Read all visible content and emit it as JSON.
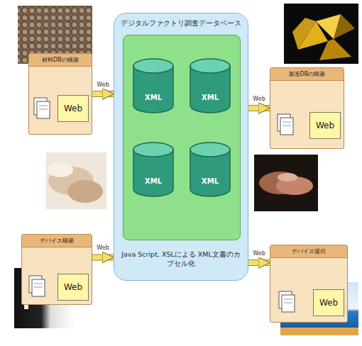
{
  "diagram": {
    "nodes": [
      {
        "text": [
          "材料DBの構築"
        ]
      },
      {
        "text": [
          "Web"
        ],
        "in": 0
      },
      {
        "text": [
          "製造DBの構築"
        ]
      },
      {
        "text": [
          "Web"
        ],
        "in": 2
      },
      {
        "text": [
          "デジタルファクトリ調査データベース",
          "Java Script, XSLによる XML文書のカプセル化"
        ]
      },
      {
        "text": [
          "XML"
        ],
        "in": 4
      },
      {
        "text": [
          "XML"
        ],
        "in": 4
      },
      {
        "text": [
          "XML"
        ],
        "in": 4
      },
      {
        "text": [
          "XML"
        ],
        "in": 4
      },
      {
        "text": [
          "デバイス構築"
        ]
      },
      {
        "text": [
          "Web"
        ],
        "in": 9
      },
      {
        "text": [
          "デバイス提供"
        ]
      },
      {
        "text": [
          "Web"
        ],
        "in": 11
      }
    ],
    "edges": [
      {
        "from": 0,
        "to": 4,
        "arrow": "to",
        "label": "Web"
      },
      {
        "from": 4,
        "to": 2,
        "arrow": "to",
        "label": "Web"
      },
      {
        "from": 9,
        "to": 4,
        "arrow": "to",
        "label": "Web"
      },
      {
        "from": 4,
        "to": 11,
        "arrow": "to",
        "label": "Web"
      }
    ]
  }
}
